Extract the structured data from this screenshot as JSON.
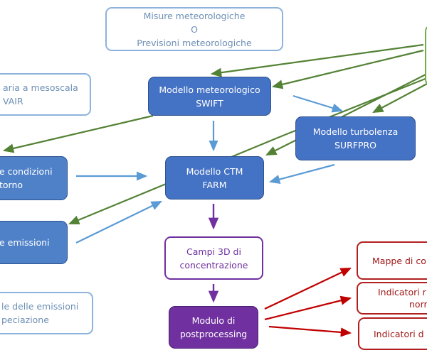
{
  "colors": {
    "blue_box": "#4472c4",
    "blue_arrow": "#5b9bd5",
    "green_arrow": "#548235",
    "purple": "#7030a0",
    "red": "#c00000"
  },
  "boxes": {
    "measures": [
      "Misure meteorologiche",
      "O",
      "Previsioni meteorologiche"
    ],
    "mesoscale": [
      "aria a mesoscala",
      "VAIR"
    ],
    "swift": [
      "Modello meteorologico",
      "SWIFT"
    ],
    "surfpro": [
      "Modello turbolenza",
      "SURFPRO"
    ],
    "boundary": [
      "e condizioni",
      "torno"
    ],
    "farm": [
      "Modello CTM",
      "FARM"
    ],
    "emissions": [
      "e emissioni"
    ],
    "campi": [
      "Campi 3D di",
      "concentrazione"
    ],
    "emission_model": [
      "le delle emissioni",
      "peciazione"
    ],
    "postproc": [
      "Modulo di",
      "postprocessing"
    ],
    "maps": [
      "Mappe di co"
    ],
    "indicators_norm": [
      "Indicatori r",
      "norr"
    ],
    "indicators_d": [
      "Indicatori d"
    ]
  }
}
